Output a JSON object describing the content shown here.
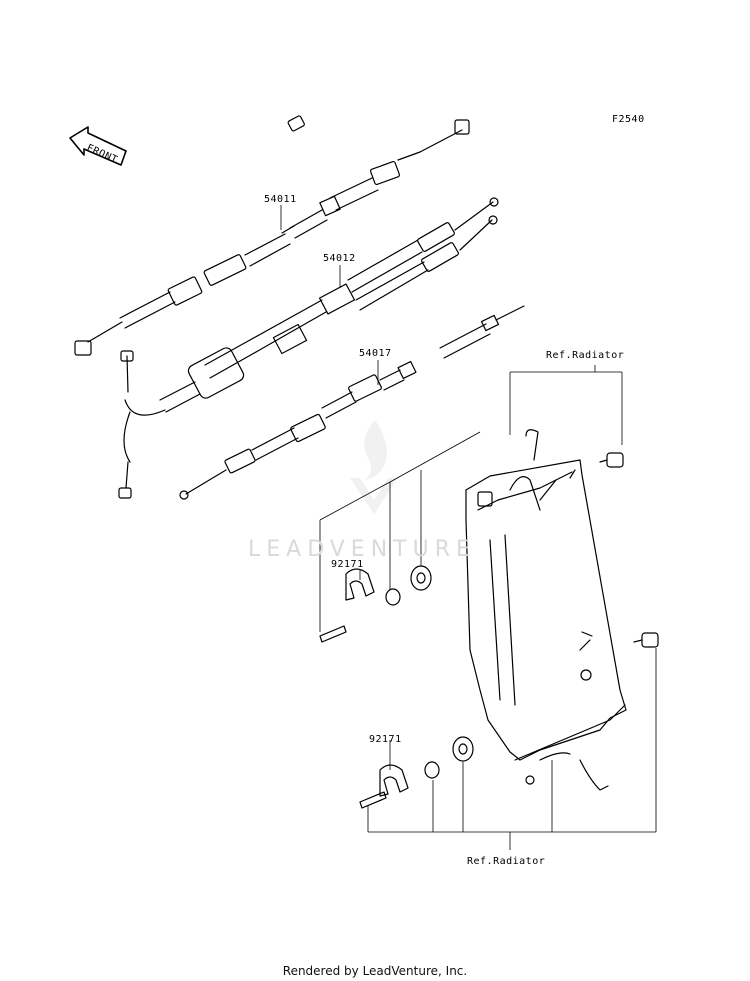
{
  "diagram_code": "F2540",
  "direction_arrow": "FRONT",
  "part_labels": {
    "cable_top": "54011",
    "cable_middle": "54012",
    "cable_bottom": "54017",
    "clamp_upper": "92171",
    "clamp_lower": "92171"
  },
  "ref_labels": {
    "upper": "Ref.Radiator",
    "lower": "Ref.Radiator"
  },
  "watermark": "LEADVENTURE",
  "footer_text": "Rendered by LeadVenture, Inc."
}
